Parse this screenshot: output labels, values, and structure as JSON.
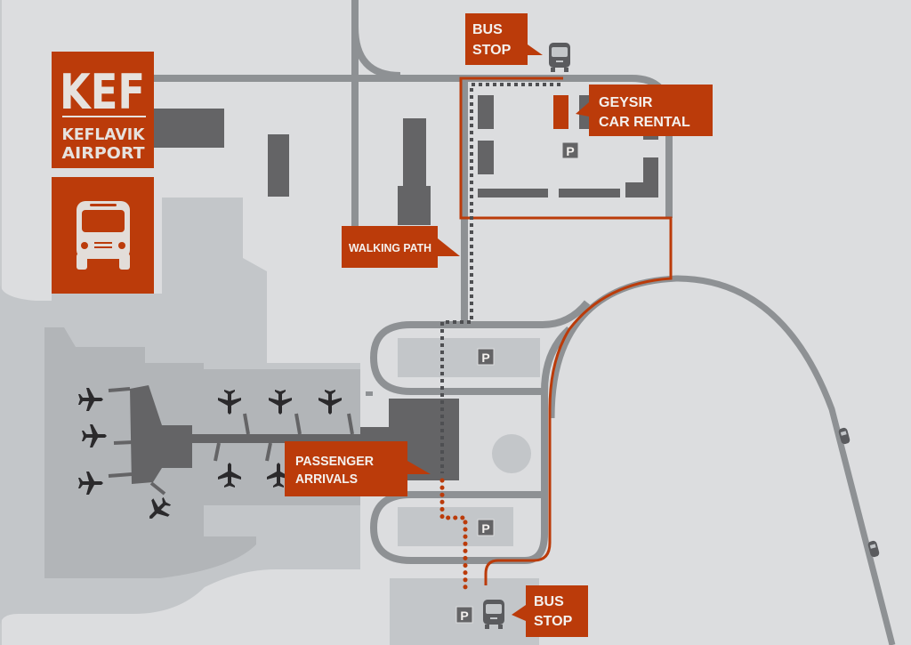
{
  "map": {
    "title": "Keflavik Airport bus stop map",
    "colors": {
      "background": "#dcdddf",
      "apron": "#c3c6c9",
      "apron_dark": "#b2b5b8",
      "building": "#646466",
      "road": "#8e9194",
      "accent": "#bb3b0a",
      "label_text": "#f4f1ee",
      "aircraft": "#2b2a2c"
    }
  },
  "logo": {
    "code": "KEF",
    "name_line1": "KEFLAVIK",
    "name_line2": "AIRPORT",
    "icon": "bus-front-icon"
  },
  "callouts": {
    "bus_stop_north": {
      "line1": "BUS",
      "line2": "STOP"
    },
    "geysir": {
      "line1": "GEYSIR",
      "line2": "CAR RENTAL"
    },
    "walking_path": {
      "line1": "WALKING PATH"
    },
    "passenger_arrivals": {
      "line1": "PASSENGER",
      "line2": "ARRIVALS"
    },
    "bus_stop_south": {
      "line1": "BUS",
      "line2": "STOP"
    }
  },
  "parking": {
    "label": "P",
    "count": 4
  },
  "icons": {
    "bus_stop_north": "bus-icon",
    "bus_stop_south": "bus-icon",
    "aircraft": "airplane-icon",
    "vehicle": "car-icon"
  },
  "legend": {
    "walking_route": "dotted line",
    "driving_route": "solid orange line"
  }
}
